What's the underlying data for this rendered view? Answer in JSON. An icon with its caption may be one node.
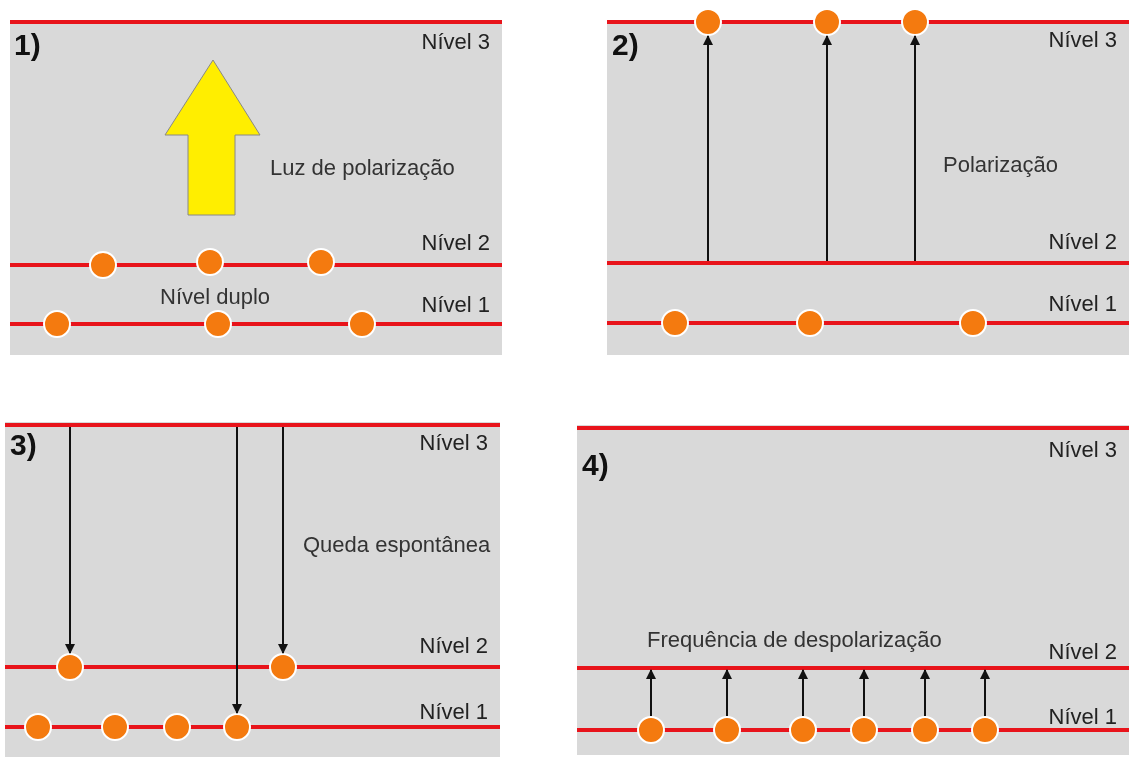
{
  "diagram": {
    "nodes": [
      {
        "text": [
          "1)"
        ]
      },
      {
        "text": [
          "Nível 3"
        ],
        "in": 0
      },
      {
        "text": [
          "Nível 2"
        ],
        "in": 0
      },
      {
        "text": [
          "Nível 1"
        ],
        "in": 0
      },
      {
        "text": [],
        "shape": "circle",
        "in": 0
      },
      {
        "text": [],
        "shape": "circle",
        "in": 0
      },
      {
        "text": [],
        "shape": "circle",
        "in": 0
      },
      {
        "text": [],
        "shape": "circle",
        "in": 0
      },
      {
        "text": [],
        "shape": "circle",
        "in": 0
      },
      {
        "text": [],
        "shape": "circle",
        "in": 0
      },
      {
        "text": [
          "2)"
        ]
      },
      {
        "text": [
          "Nível 3"
        ],
        "in": 10
      },
      {
        "text": [
          "Nível 2"
        ],
        "in": 10
      },
      {
        "text": [
          "Nível 1"
        ],
        "in": 10
      },
      {
        "text": [],
        "shape": "circle",
        "in": 10
      },
      {
        "text": [],
        "shape": "circle",
        "in": 10
      },
      {
        "text": [],
        "shape": "circle",
        "in": 10
      },
      {
        "text": [],
        "shape": "circle",
        "in": 10
      },
      {
        "text": [],
        "shape": "circle",
        "in": 10
      },
      {
        "text": [],
        "shape": "circle",
        "in": 10
      },
      {
        "text": [
          "3)"
        ]
      },
      {
        "text": [
          "Nível 3"
        ],
        "in": 20
      },
      {
        "text": [
          "Nível 2"
        ],
        "in": 20
      },
      {
        "text": [
          "Nível 1"
        ],
        "in": 20
      },
      {
        "text": [],
        "shape": "circle",
        "in": 20
      },
      {
        "text": [],
        "shape": "circle",
        "in": 20
      },
      {
        "text": [],
        "shape": "circle",
        "in": 20
      },
      {
        "text": [],
        "shape": "circle",
        "in": 20
      },
      {
        "text": [],
        "shape": "circle",
        "in": 20
      },
      {
        "text": [],
        "shape": "circle",
        "in": 20
      },
      {
        "text": [
          "4)"
        ]
      },
      {
        "text": [
          "Nível 3"
        ],
        "in": 30
      },
      {
        "text": [
          "Nível 2"
        ],
        "in": 30
      },
      {
        "text": [
          "Nível 1"
        ],
        "in": 30
      },
      {
        "text": [],
        "shape": "circle",
        "in": 30
      },
      {
        "text": [],
        "shape": "circle",
        "in": 30
      },
      {
        "text": [],
        "shape": "circle",
        "in": 30
      },
      {
        "text": [],
        "shape": "circle",
        "in": 30
      },
      {
        "text": [],
        "shape": "circle",
        "in": 30
      },
      {
        "text": [],
        "shape": "circle",
        "in": 30
      }
    ],
    "edges": [
      {
        "from": 12,
        "to": 14,
        "arrow": "to"
      },
      {
        "from": 12,
        "to": 15,
        "arrow": "to"
      },
      {
        "from": 12,
        "to": 16,
        "arrow": "to"
      },
      {
        "from": 21,
        "to": 24,
        "arrow": "to"
      },
      {
        "from": 21,
        "to": 29,
        "arrow": "to"
      },
      {
        "from": 21,
        "to": 25,
        "arrow": "to"
      },
      {
        "from": 34,
        "to": 32,
        "arrow": "to"
      },
      {
        "from": 35,
        "to": 32,
        "arrow": "to"
      },
      {
        "from": 36,
        "to": 32,
        "arrow": "to"
      },
      {
        "from": 37,
        "to": 32,
        "arrow": "to"
      },
      {
        "from": 38,
        "to": 32,
        "arrow": "to"
      },
      {
        "from": 39,
        "to": 32,
        "arrow": "to"
      }
    ],
    "labels": [
      "Luz de polarização",
      "Nível duplo",
      "Polarização",
      "Queda espontânea",
      "Frequência de despolarização"
    ]
  }
}
